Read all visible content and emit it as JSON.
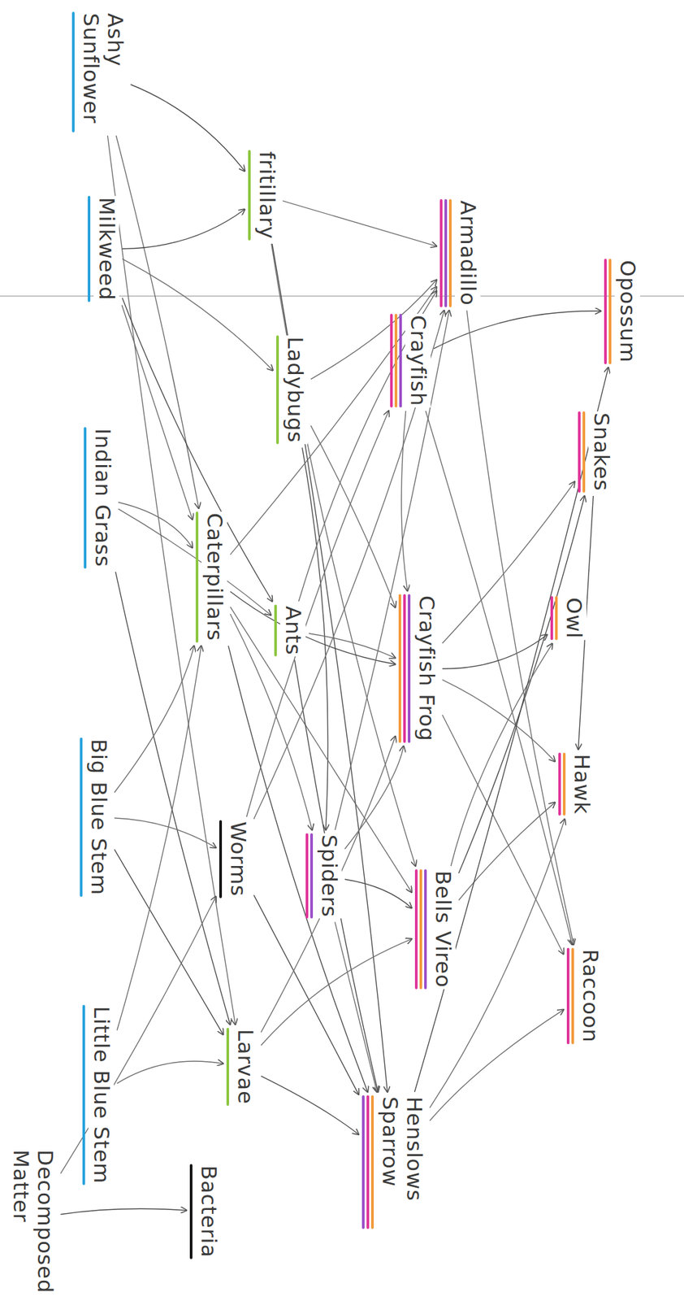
{
  "diagram": {
    "nodes": [
      {
        "text": [
          "Ashy Sunflower"
        ]
      },
      {
        "text": [
          "Milkweed"
        ]
      },
      {
        "text": [
          "Indian Grass"
        ]
      },
      {
        "text": [
          "Big Blue Stem"
        ]
      },
      {
        "text": [
          "Little Blue Stem"
        ]
      },
      {
        "text": [
          "Decomposed Matter"
        ]
      },
      {
        "text": [
          "fritillary"
        ]
      },
      {
        "text": [
          "Ladybugs"
        ]
      },
      {
        "text": [
          "Caterpillars"
        ]
      },
      {
        "text": [
          "Ants"
        ]
      },
      {
        "text": [
          "Worms"
        ]
      },
      {
        "text": [
          "Larvae"
        ]
      },
      {
        "text": [
          "Bacteria"
        ]
      },
      {
        "text": [
          "Armadillo"
        ]
      },
      {
        "text": [
          "Crayfish"
        ]
      },
      {
        "text": [
          "Crayfish Frog"
        ]
      },
      {
        "text": [
          "Spiders"
        ]
      },
      {
        "text": [
          "Bells Vireo"
        ]
      },
      {
        "text": [
          "Henslows Sparrow"
        ]
      },
      {
        "text": [
          "Opossum"
        ]
      },
      {
        "text": [
          "Snakes"
        ]
      },
      {
        "text": [
          "Owl"
        ]
      },
      {
        "text": [
          "Hawk"
        ]
      },
      {
        "text": [
          "Raccoon"
        ]
      }
    ],
    "edges": [
      {
        "from": 0,
        "to": 6,
        "arrow": "to"
      },
      {
        "from": 0,
        "to": 8,
        "arrow": "to"
      },
      {
        "from": 0,
        "to": 11,
        "arrow": "to"
      },
      {
        "from": 1,
        "to": 6,
        "arrow": "to"
      },
      {
        "from": 1,
        "to": 7,
        "arrow": "to"
      },
      {
        "from": 1,
        "to": 8,
        "arrow": "to"
      },
      {
        "from": 1,
        "to": 9,
        "arrow": "to"
      },
      {
        "from": 2,
        "to": 8,
        "arrow": "to"
      },
      {
        "from": 2,
        "to": 9,
        "arrow": "to"
      },
      {
        "from": 2,
        "to": 11,
        "arrow": "to"
      },
      {
        "from": 3,
        "to": 8,
        "arrow": "to"
      },
      {
        "from": 3,
        "to": 10,
        "arrow": "to"
      },
      {
        "from": 3,
        "to": 11,
        "arrow": "to"
      },
      {
        "from": 4,
        "to": 8,
        "arrow": "to"
      },
      {
        "from": 4,
        "to": 11,
        "arrow": "to"
      },
      {
        "from": 5,
        "to": 12,
        "arrow": "to"
      },
      {
        "from": 5,
        "to": 10,
        "arrow": "to"
      },
      {
        "from": 6,
        "to": 17,
        "arrow": "to"
      },
      {
        "from": 6,
        "to": 18,
        "arrow": "to"
      },
      {
        "from": 6,
        "to": 13,
        "arrow": "to"
      },
      {
        "from": 7,
        "to": 13,
        "arrow": "to"
      },
      {
        "from": 7,
        "to": 16,
        "arrow": "to"
      },
      {
        "from": 7,
        "to": 15,
        "arrow": "to"
      },
      {
        "from": 8,
        "to": 13,
        "arrow": "to"
      },
      {
        "from": 8,
        "to": 15,
        "arrow": "to"
      },
      {
        "from": 8,
        "to": 16,
        "arrow": "to"
      },
      {
        "from": 8,
        "to": 17,
        "arrow": "to"
      },
      {
        "from": 8,
        "to": 18,
        "arrow": "to"
      },
      {
        "from": 9,
        "to": 13,
        "arrow": "to"
      },
      {
        "from": 9,
        "to": 15,
        "arrow": "to"
      },
      {
        "from": 9,
        "to": 18,
        "arrow": "to"
      },
      {
        "from": 10,
        "to": 13,
        "arrow": "to"
      },
      {
        "from": 10,
        "to": 14,
        "arrow": "to"
      },
      {
        "from": 10,
        "to": 18,
        "arrow": "to"
      },
      {
        "from": 11,
        "to": 15,
        "arrow": "to"
      },
      {
        "from": 11,
        "to": 17,
        "arrow": "to"
      },
      {
        "from": 11,
        "to": 18,
        "arrow": "to"
      },
      {
        "from": 16,
        "to": 13,
        "arrow": "to"
      },
      {
        "from": 16,
        "to": 15,
        "arrow": "to"
      },
      {
        "from": 16,
        "to": 17,
        "arrow": "to"
      },
      {
        "from": 16,
        "to": 18,
        "arrow": "to"
      },
      {
        "from": 14,
        "to": 15,
        "arrow": "to"
      },
      {
        "from": 14,
        "to": 19,
        "arrow": "to"
      },
      {
        "from": 14,
        "to": 23,
        "arrow": "to"
      },
      {
        "from": 15,
        "to": 20,
        "arrow": "to"
      },
      {
        "from": 15,
        "to": 21,
        "arrow": "to"
      },
      {
        "from": 15,
        "to": 22,
        "arrow": "to"
      },
      {
        "from": 15,
        "to": 23,
        "arrow": "to"
      },
      {
        "from": 17,
        "to": 20,
        "arrow": "to"
      },
      {
        "from": 17,
        "to": 21,
        "arrow": "to"
      },
      {
        "from": 17,
        "to": 22,
        "arrow": "to"
      },
      {
        "from": 18,
        "to": 19,
        "arrow": "to"
      },
      {
        "from": 18,
        "to": 22,
        "arrow": "to"
      },
      {
        "from": 18,
        "to": 23,
        "arrow": "to"
      },
      {
        "from": 20,
        "to": 22,
        "arrow": "to"
      },
      {
        "from": 13,
        "to": 23,
        "arrow": "to"
      }
    ]
  }
}
